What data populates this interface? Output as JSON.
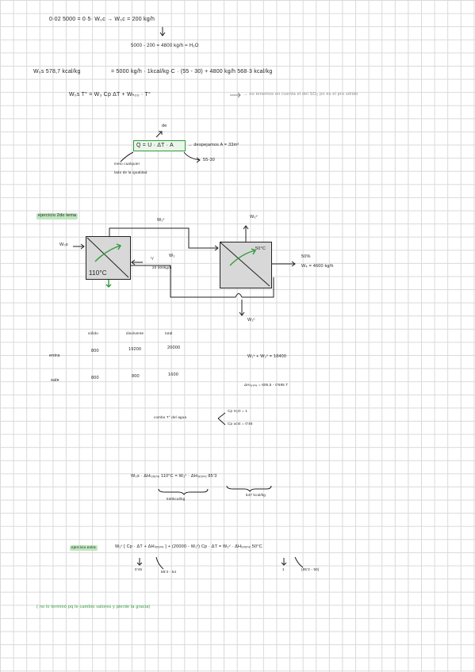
{
  "eq1": {
    "line1": "0·02 5000 = 0·5· W₀c → W₀c = 200 kg/h",
    "line2": "5000 - 200 = 4800 kg/h = H₂O"
  },
  "eq2": {
    "lhs": "W₀s 578,7 kcal/kg",
    "rhs": "= 5000 kg/h · 1kcal/kg·C · (55 - 30) + 4800 kg/h 568·3 kcal/kg"
  },
  "eq3": {
    "main": "W₀s T° = W₃ Cp ΔT + Wₕ₂₀ · T°",
    "note": "→ no tenemos en cuenta el del SO₂ po es el pro sólido"
  },
  "heat": {
    "de": "de",
    "formula": "Q = U · ΔT · A",
    "result": "→ despejamos A = 33m²",
    "left_note_1": "meto cualquier",
    "left_note_2": "lado de la igualdad",
    "delta": "55-30"
  },
  "diagram": {
    "title": "ejercicio 2do tema",
    "feed": "W₀s",
    "w1v": "W₁ᵛ",
    "w2v": "W₂ᵛ",
    "temp1": "110°C",
    "temp2": "50°C",
    "w1_label": "W₁",
    "w1_prefix": "¹/",
    "w1_value": "20 000kg/h",
    "out_label": "50%",
    "out_value": "W₄ = 4600 kg/h",
    "cond": "W₁ᶜ"
  },
  "table": {
    "headers": [
      "sólido",
      "disolvente",
      "total"
    ],
    "rows": [
      {
        "label": "entra",
        "values": [
          "800",
          "19200",
          "20000"
        ]
      },
      {
        "label": "sale",
        "values": [
          "800",
          "800",
          "1600"
        ]
      }
    ]
  },
  "right_eqs": {
    "sum": "W₁ᵛ + W₂ᵛ = 18400",
    "dh": "ΔHₗₒᵣₑₙₑ = 606,5 - 0'695 T"
  },
  "combo": {
    "label": "combo T° del agua",
    "opt1": "Cp H₂O = 1",
    "opt2": "Cp ucst = 0'46"
  },
  "balance": {
    "main": "W₀s · ΔHₗₒᵣₑₙₑ 110°C = W₂ᵛ · ΔHₗₒᵣₑₙₑ 85'3",
    "under1": "530kcal/kg",
    "under2": "547 kcal/kg"
  },
  "final": {
    "tag": "ejercicio extra",
    "equation": "W₁ᵛ [ Cp · ΔT + ΔHₗₒᵣₑₙₑ ] + (20000 - W₁ᵛ) Cp · ΔT = W₂ᵛ · ΔHₗₒᵣₑₙₑ 50°C",
    "n1": "0'46",
    "n2": "85'3 - 54",
    "n3": "1",
    "n4": "(85'3 - 50)"
  },
  "footer": "( no lo terminó pq le cambio valores y pierde la gracia)"
}
